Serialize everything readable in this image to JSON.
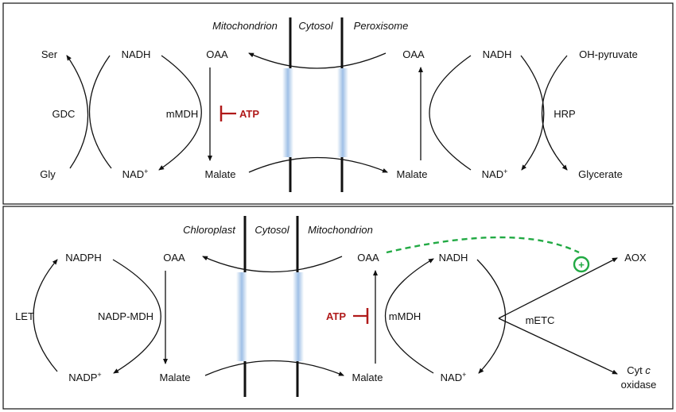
{
  "panel_top": {
    "compartments": {
      "left": "Mitochondrion",
      "middle": "Cytosol",
      "right": "Peroxisome"
    },
    "left_cycle": {
      "ser": "Ser",
      "gly": "Gly",
      "enzyme": "GDC"
    },
    "mid_cycle": {
      "nadh": "NADH",
      "nad": "NAD",
      "nad_sup": "+",
      "enzyme": "mMDH",
      "oaa": "OAA",
      "malate": "Malate",
      "inhibitor": "ATP"
    },
    "right_cycle": {
      "oaa": "OAA",
      "malate": "Malate",
      "nadh": "NADH",
      "nad": "NAD",
      "nad_sup": "+",
      "oh_pyruvate": "OH-pyruvate",
      "glycerate": "Glycerate",
      "enzyme": "HRP"
    }
  },
  "panel_bottom": {
    "compartments": {
      "left": "Chloroplast",
      "middle": "Cytosol",
      "right": "Mitochondrion"
    },
    "left_cycle": {
      "nadph": "NADPH",
      "nadp": "NADP",
      "nadp_sup": "+",
      "enzyme": "LET"
    },
    "mid_cycle": {
      "oaa": "OAA",
      "malate": "Malate",
      "enzyme": "NADP-MDH"
    },
    "right_cycle": {
      "oaa": "OAA",
      "malate": "Malate",
      "inhibitor": "ATP",
      "enzyme": "mMDH",
      "nadh": "NADH",
      "nad": "NAD",
      "nad_sup": "+",
      "etc": "mETC",
      "aox": "AOX",
      "cyt_prefix": "Cyt ",
      "cyt_c": "c",
      "oxidase": "oxidase",
      "activation_symbol": "+"
    }
  },
  "colors": {
    "inhibitor": "#b01a1a",
    "activation": "#22aa44",
    "channel": "#9fc0e6",
    "line": "#111111"
  }
}
